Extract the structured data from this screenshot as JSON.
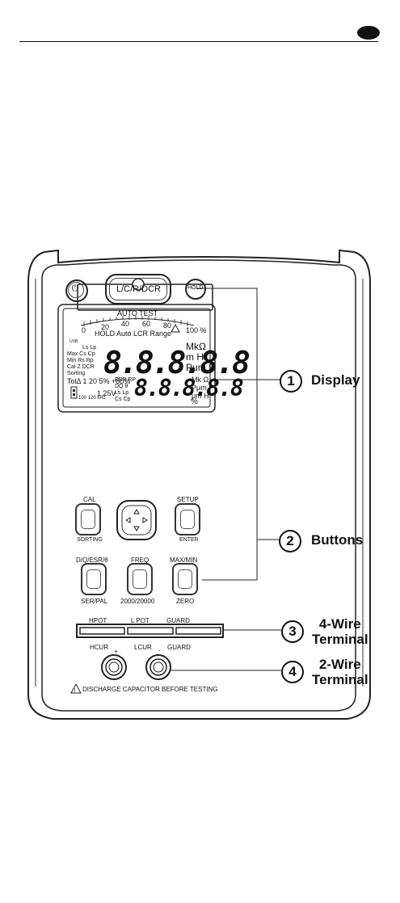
{
  "header": {
    "page_marker": ""
  },
  "lcd": {
    "scale_ticks": [
      "0",
      "20",
      "40",
      "60",
      "80",
      "100 %"
    ],
    "mode_line": "HOLD Auto LCR Range",
    "usb": "USB",
    "left_labels": [
      "Ls  Lp",
      "Max  Cs  Cp",
      "Min  Rs  Rp",
      "Cal  Z  DCR",
      "Sorting"
    ],
    "tol_line": "TolΔ 1 20 5% +80%",
    "esr_block": [
      "ESR RP",
      "DQ  θ",
      "Ls  Lp",
      "Cs  Cp"
    ],
    "voltage": "1.25V",
    "freq_line": "100 120 kHz",
    "primary_digits": "8.8.8.8.8",
    "secondary_digits": "8.8.8.8.8",
    "primary_units": [
      "MkΩ",
      "m H",
      "Pμm F"
    ],
    "secondary_units": [
      "Mk Ω",
      "Pμm F",
      "μm H"
    ],
    "percent": "%"
  },
  "buttons": {
    "power": "⏻",
    "lcr_dcr": "L/C/R/DCR",
    "auto_test": "AUTO TEST",
    "hold": "HOLD",
    "cal": "CAL",
    "sorting": "SORTING",
    "setup": "SETUP",
    "enter": "ENTER",
    "dq_esr": "D/Q/ESR/θ",
    "ser_pal": "SER/PAL",
    "freq": "FREQ",
    "freq_values": "2000/20000",
    "maxmin": "MAX/MIN",
    "zero": "ZERO"
  },
  "terminals": {
    "hpot": "HPOT",
    "lpot": "L POT",
    "guard_top": "GUARD",
    "hcur": "HCUR",
    "plus": "+",
    "lcur": "LCUR",
    "minus": "-",
    "guard_bottom": "GUARD",
    "warning": "DISCHARGE CAPACITOR BEFORE TESTING"
  },
  "callouts": [
    {
      "num": "1",
      "label": "Display"
    },
    {
      "num": "2",
      "label": "Buttons"
    },
    {
      "num": "3",
      "label": "4-Wire\nTerminal"
    },
    {
      "num": "4",
      "label": "2-Wire\nTerminal"
    }
  ]
}
